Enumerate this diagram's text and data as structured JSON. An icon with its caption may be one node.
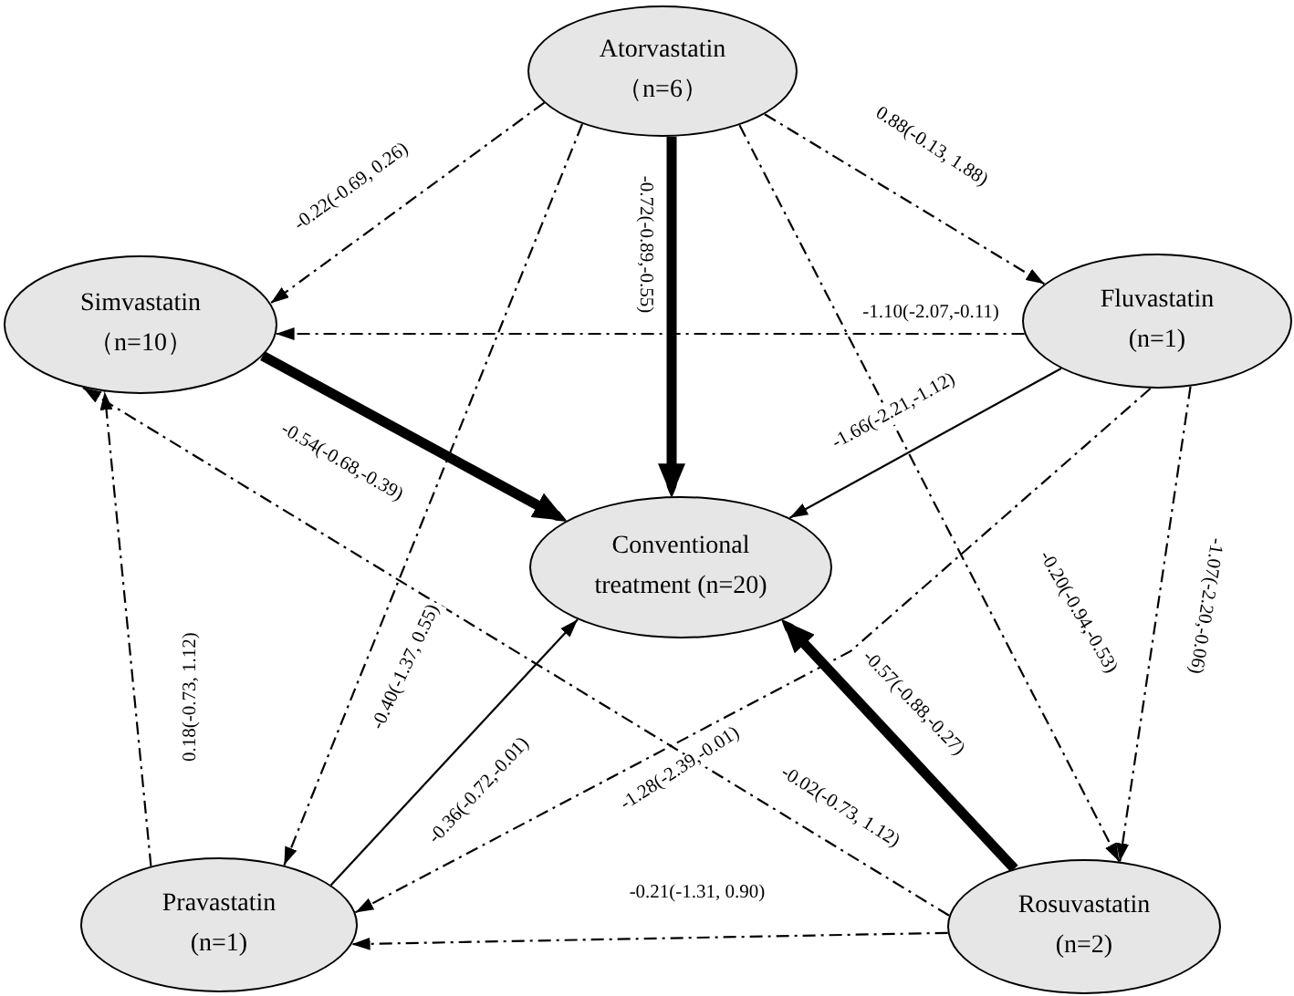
{
  "diagram": {
    "nodes": [
      {
        "text": [
          "Atorvastatin",
          "（n=6）"
        ]
      },
      {
        "text": [
          "Simvastatin",
          "（n=10）"
        ]
      },
      {
        "text": [
          "Fluvastatin",
          "(n=1)"
        ]
      },
      {
        "text": [
          "Conventional treatment (n=20)"
        ]
      },
      {
        "text": [
          "Pravastatin",
          "(n=1)"
        ]
      },
      {
        "text": [
          "Rosuvastatin",
          "(n=2)"
        ]
      }
    ],
    "edges": [
      {
        "from": 0,
        "to": 1,
        "arrow": "to",
        "label": "-0.22(-0.69, 0.26)",
        "style": "dashed"
      },
      {
        "from": 0,
        "to": 2,
        "arrow": "to",
        "label": "0.88(-0.13, 1.88)",
        "style": "dashed"
      },
      {
        "from": 0,
        "to": 3,
        "arrow": "to",
        "label": "-0.72(-0.89,-0.55)",
        "style": "thick"
      },
      {
        "from": 1,
        "to": 3,
        "arrow": "to",
        "label": "-0.54(-0.68,-0.39)",
        "style": "thick"
      },
      {
        "from": 0,
        "to": 4,
        "arrow": "to",
        "label": "-0.40(-1.37, 0.55)",
        "style": "dashed"
      },
      {
        "from": 0,
        "to": 5,
        "arrow": "to",
        "label": "-0.20(-0.94,-0.53)",
        "style": "dashed"
      },
      {
        "from": 2,
        "to": 1,
        "arrow": "to",
        "label": "-1.10(-2.07,-0.11)",
        "style": "dashed"
      },
      {
        "from": 2,
        "to": 3,
        "arrow": "to",
        "label": "-1.66(-2.21,-1.12)"
      },
      {
        "from": 2,
        "to": 4,
        "arrow": "to",
        "label": "-1.28(-2.39,-0.01)",
        "style": "dashed"
      },
      {
        "from": 2,
        "to": 5,
        "arrow": "to",
        "label": "-1.07(-2.20,-0.06)",
        "style": "dashed"
      },
      {
        "from": 5,
        "to": 3,
        "arrow": "to",
        "label": "-0.57(-0.88,-0.27)",
        "style": "thick"
      },
      {
        "from": 5,
        "to": 1,
        "arrow": "to",
        "label": "-0.02(-0.73, 1.12)",
        "style": "dashed"
      },
      {
        "from": 5,
        "to": 4,
        "arrow": "to",
        "label": "-0.21(-1.31, 0.90)",
        "style": "dashed"
      },
      {
        "from": 4,
        "to": 3,
        "arrow": "to",
        "label": "-0.36(-0.72,-0.01)"
      },
      {
        "from": 4,
        "to": 1,
        "arrow": "to",
        "label": "0.18(-0.73, 1.12)",
        "style": "dashed"
      }
    ]
  }
}
